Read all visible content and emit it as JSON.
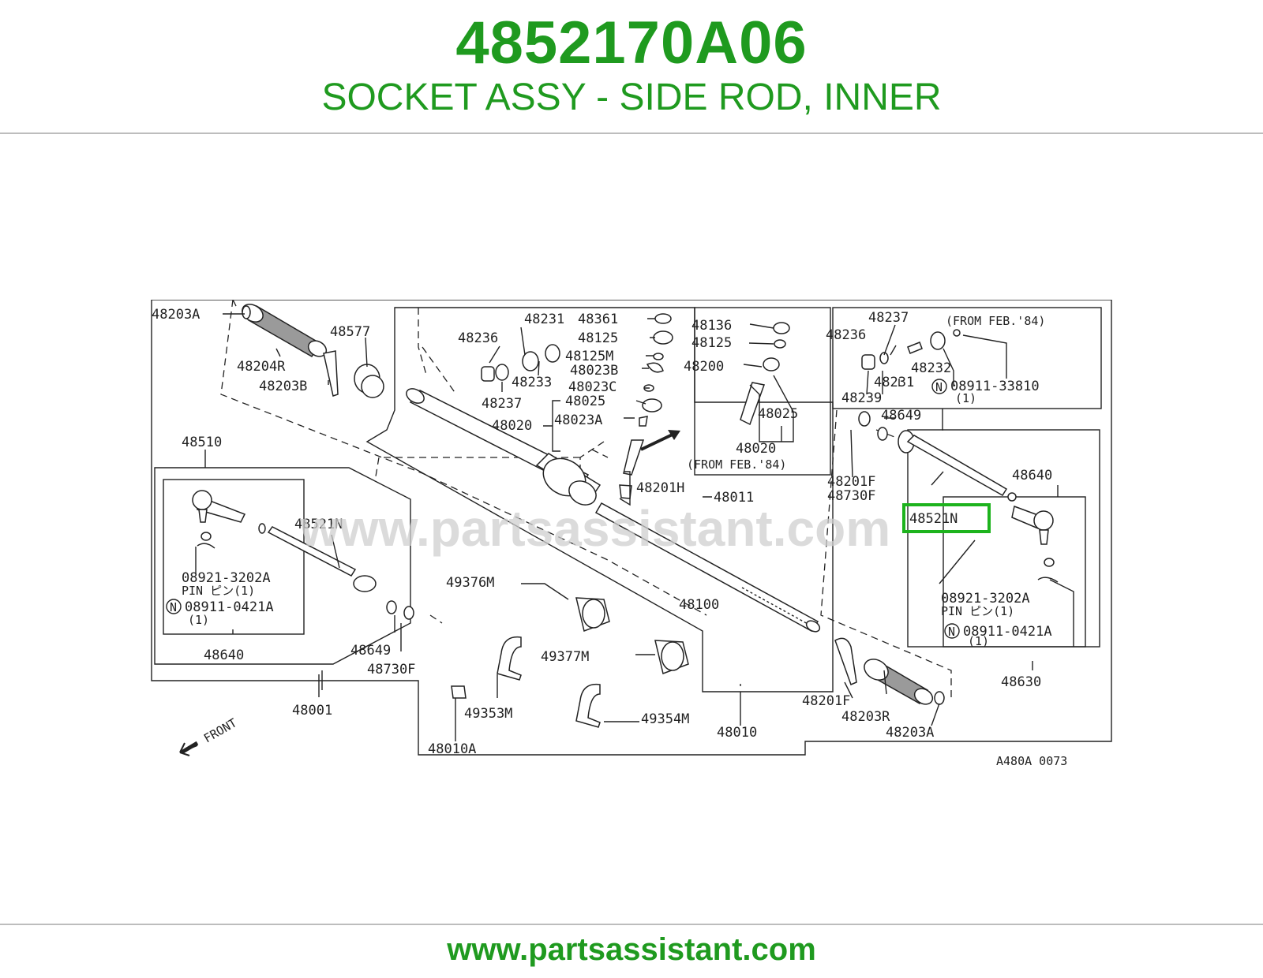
{
  "header": {
    "part_number": "4852170A06",
    "part_name": "SOCKET ASSY - SIDE ROD, INNER"
  },
  "footer": {
    "url": "www.partsassistant.com"
  },
  "diagram": {
    "watermark": "www.partsassistant.com",
    "code": "A480A 0073",
    "front": "FRONT",
    "from_feb_84": "(FROM FEB.'84)",
    "pin_text": "PIN ピン(1)",
    "qty_one": "(1)",
    "n_mark": "N",
    "highlight_color": "#1db31d",
    "labels": {
      "p48203A": "48203A",
      "p48204R": "48204R",
      "p48203B": "48203B",
      "p48577": "48577",
      "p48510": "48510",
      "p48521N": "48521N",
      "p08921": "08921-3202A",
      "p08911": "08911-0421A",
      "p48640": "48640",
      "p48649": "48649",
      "p48730F": "48730F",
      "p48001": "48001",
      "p48231": "48231",
      "p48236": "48236",
      "p48237": "48237",
      "p48233": "48233",
      "p48020": "48020",
      "p48361": "48361",
      "p48125": "48125",
      "p48125M": "48125M",
      "p48023B": "48023B",
      "p48023C": "48023C",
      "p48025": "48025",
      "p48023A": "48023A",
      "p48201H": "48201H",
      "p48011": "48011",
      "p48136": "48136",
      "p48200": "48200",
      "p48232": "48232",
      "p48239": "48239",
      "p08911_33810": "08911-33810",
      "p48201F": "48201F",
      "p48630": "48630",
      "p48203R": "48203R",
      "p48100": "48100",
      "p49376M": "49376M",
      "p49377M": "49377M",
      "p49353M": "49353M",
      "p49354M": "49354M",
      "p48010": "48010",
      "p48010A": "48010A"
    }
  }
}
